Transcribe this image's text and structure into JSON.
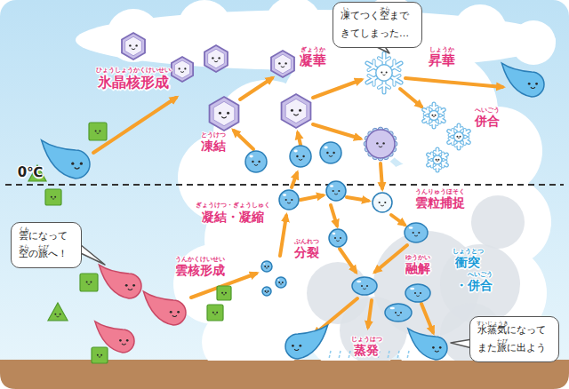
{
  "diagram": {
    "nodes": [
      {
        "text": [
          "凍てつく空まで きてしまった…",
          "い",
          "そら"
        ]
      },
      {
        "text": [
          "雲になって 空の旅へ！",
          "くも",
          "そら",
          "たび"
        ]
      },
      {
        "text": [
          "水蒸気になって また旅に出よう",
          "すいじょうき",
          "たび"
        ]
      }
    ],
    "labels": [
      "ぎょうか",
      "凝華",
      "しょうか",
      "昇華",
      "ひょうしょうかくけいせい",
      "氷晶核形成",
      "へいごう",
      "併合",
      "とうけつ",
      "凍結",
      "0℃",
      "ぎょうけつ・ぎょうしゅく",
      "凝結・凝縮",
      "うんりゅうほそく",
      "雲粒捕捉",
      "しょうとつ",
      "衝突 ・併合",
      "へいごう",
      "ゆうかい",
      "融解",
      "うんかくけいせい",
      "雲核形成",
      "ぶんれつ",
      "分裂",
      "じょうはつ",
      "蒸発"
    ]
  }
}
